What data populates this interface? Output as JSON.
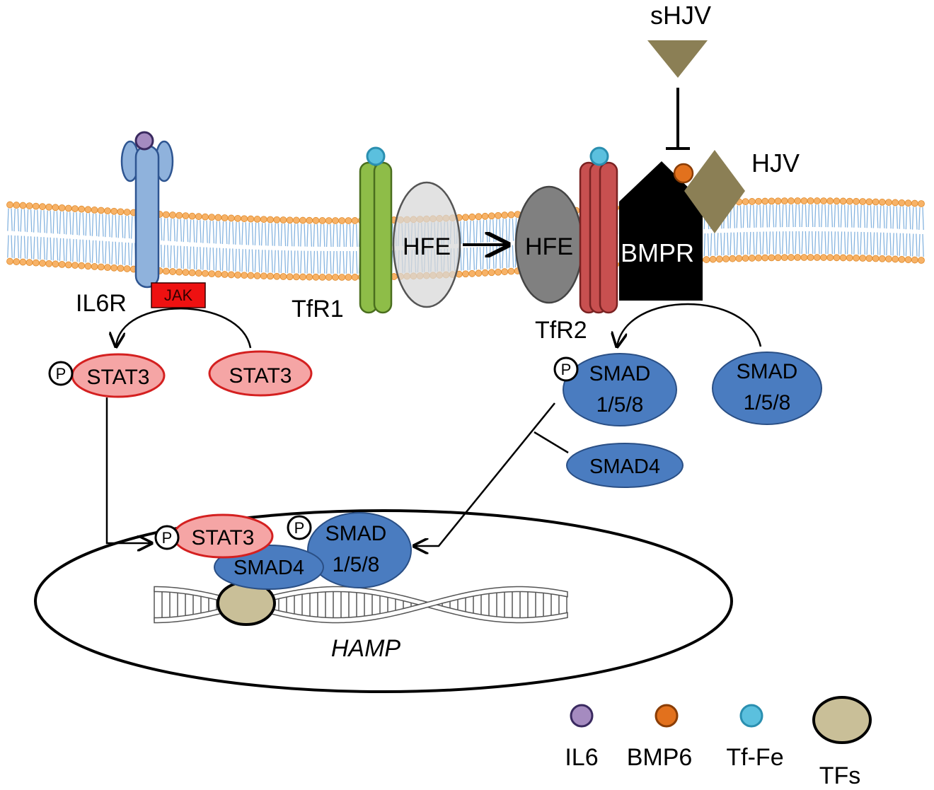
{
  "labels": {
    "shjv": "sHJV",
    "hjv": "HJV",
    "il6r": "IL6R",
    "jak": "JAK",
    "tfr1": "TfR1",
    "tfr2": "TfR2",
    "hfe_left": "HFE",
    "hfe_right": "HFE",
    "bmpr": "BMPR",
    "phospho": "P",
    "stat3": "STAT3",
    "smad": "SMAD",
    "smad_sub": "1/5/8",
    "smad4": "SMAD4",
    "hamp": "HAMP"
  },
  "legend": {
    "il6": "IL6",
    "bmp6": "BMP6",
    "tf_fe": "Tf-Fe",
    "tfs": "TFs"
  },
  "colors": {
    "il6": "#a58bc0",
    "bmp6": "#e2711d",
    "tf_fe": "#5bc0de",
    "tfs": "#c9bf98",
    "hjv": "#8b7f55",
    "smad": "#4a7cc0",
    "stat3_fill": "#f5a5a5",
    "stat3_stroke": "#d42020",
    "jak": "#ee1111",
    "il6r": "#8fb2dc",
    "tfr1": "#8ebd48",
    "tfr2": "#c85050",
    "membrane_head": "#f7b267",
    "membrane_tail": "#86b4e0"
  }
}
